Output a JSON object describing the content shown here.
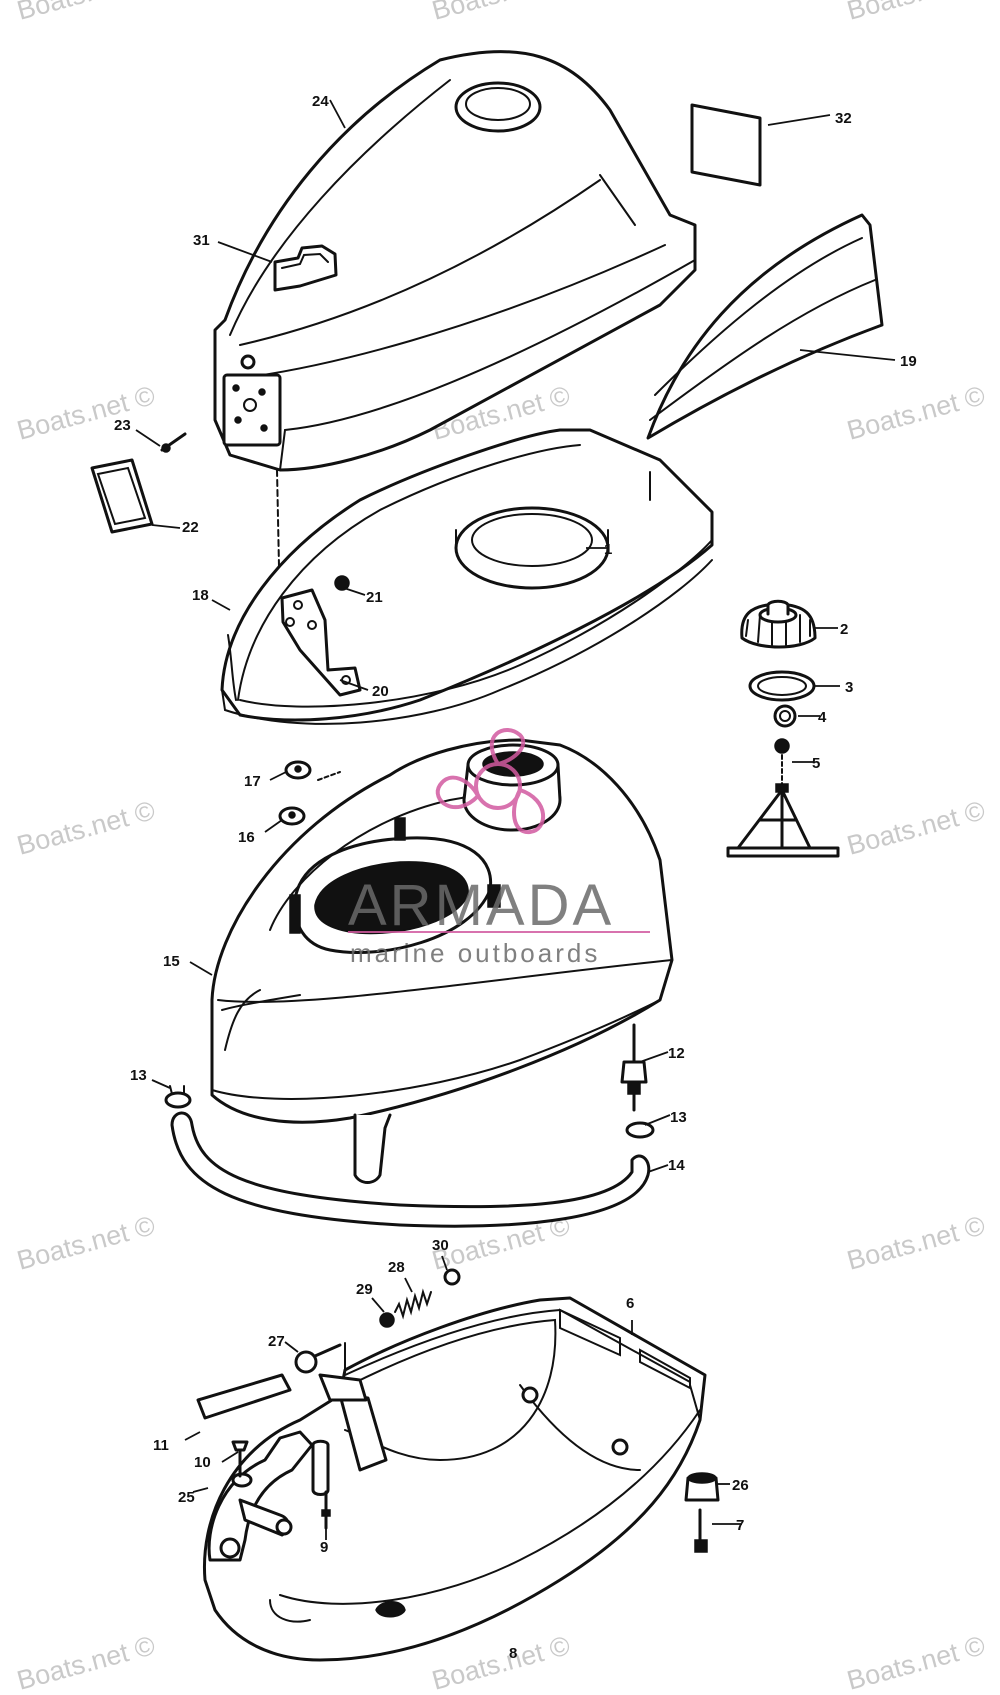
{
  "watermark": "Boats.net ©",
  "brand": {
    "name": "ARMADA",
    "tagline": "marine outboards",
    "accent_color": "#d25aa0",
    "text_color": "#6a6a6a"
  },
  "callouts": [
    "1",
    "2",
    "3",
    "4",
    "5",
    "6",
    "7",
    "8",
    "9",
    "10",
    "11",
    "12",
    "13",
    "13",
    "14",
    "15",
    "16",
    "17",
    "18",
    "19",
    "20",
    "21",
    "22",
    "23",
    "24",
    "25",
    "26",
    "27",
    "28",
    "29",
    "30",
    "31",
    "32"
  ]
}
